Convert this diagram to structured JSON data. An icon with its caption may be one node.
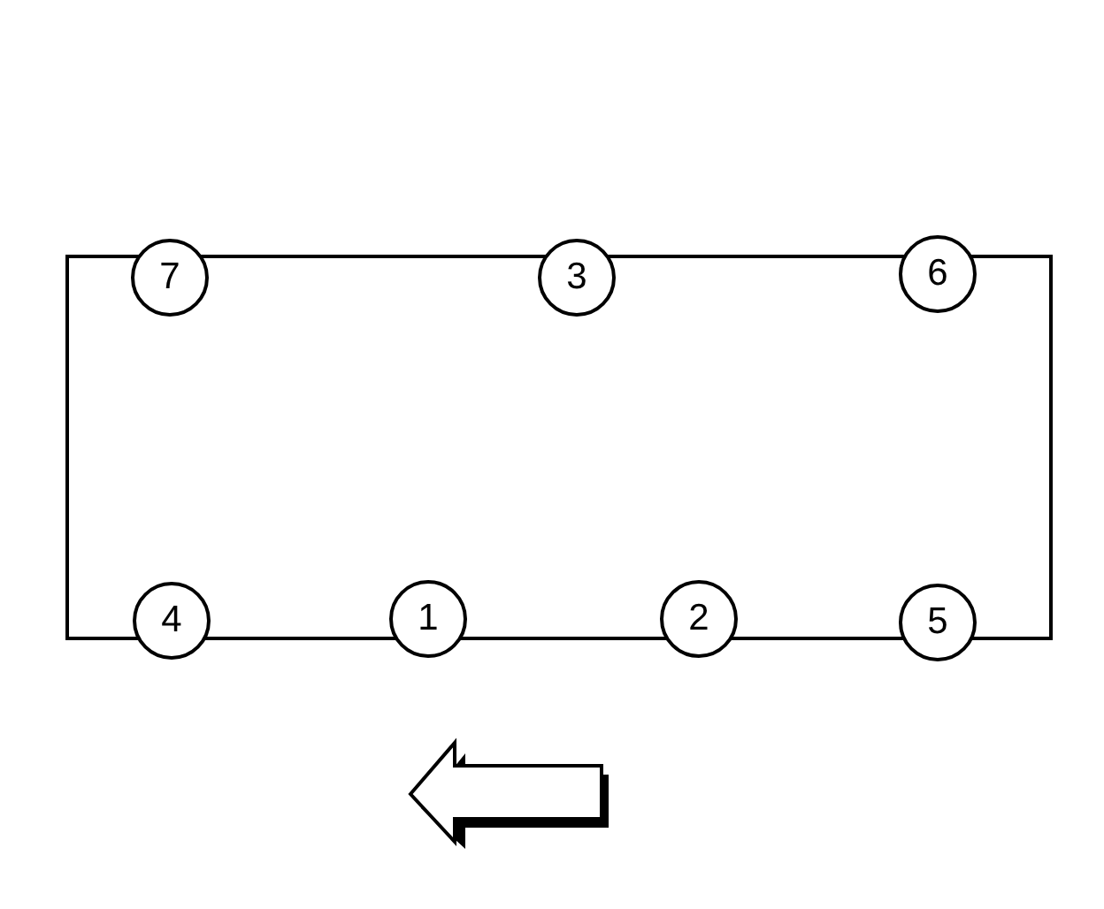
{
  "diagram": {
    "nodes": [
      {
        "text": [
          "7"
        ]
      },
      {
        "text": [
          "3"
        ]
      },
      {
        "text": [
          "6"
        ]
      },
      {
        "text": [
          "4"
        ]
      },
      {
        "text": [
          "1"
        ]
      },
      {
        "text": [
          "2"
        ]
      },
      {
        "text": [
          "5"
        ]
      }
    ]
  }
}
